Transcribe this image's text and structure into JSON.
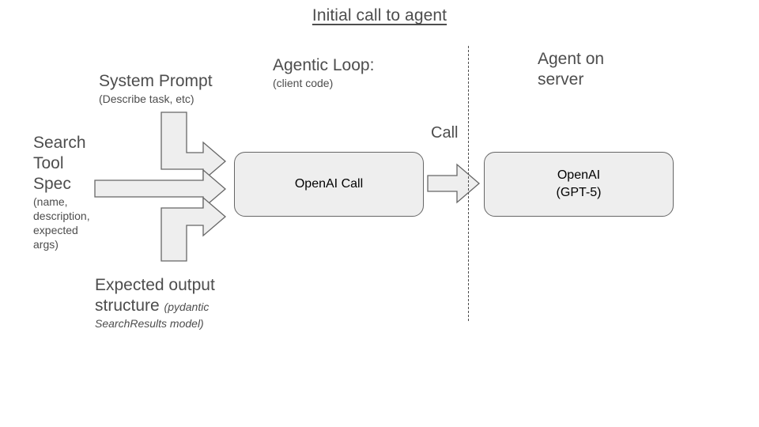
{
  "diagram": {
    "title": "Initial call to agent",
    "background_color": "#ffffff",
    "shape_fill": "#eeeeee",
    "shape_stroke": "#666666",
    "text_color": "#4d4d4d"
  },
  "labels": {
    "system_prompt": {
      "heading": "System Prompt",
      "detail": "(Describe task, etc)"
    },
    "search_tool_spec": {
      "heading": "Search\nTool\nSpec",
      "detail": "(name,\ndescription,\nexpected\nargs)"
    },
    "expected_output": {
      "heading": "Expected output\nstructure ",
      "detail": "(pydantic\nSearchResults model)"
    },
    "agentic_loop": {
      "heading": "Agentic Loop:",
      "detail": "(client code)"
    },
    "agent_on_server": {
      "heading": "Agent on\nserver"
    },
    "call": "Call"
  },
  "boxes": {
    "openai_call": "OpenAI Call",
    "openai_model": "OpenAI\n(GPT-5)"
  },
  "arrows": [
    {
      "name": "system-prompt-arrow",
      "kind": "elbow-down-right"
    },
    {
      "name": "search-tool-spec-arrow",
      "kind": "straight-right"
    },
    {
      "name": "expected-output-arrow",
      "kind": "elbow-up-right"
    },
    {
      "name": "call-arrow",
      "kind": "straight-right"
    }
  ],
  "divider": {
    "name": "client-server-boundary",
    "style": "dashed-vertical"
  }
}
